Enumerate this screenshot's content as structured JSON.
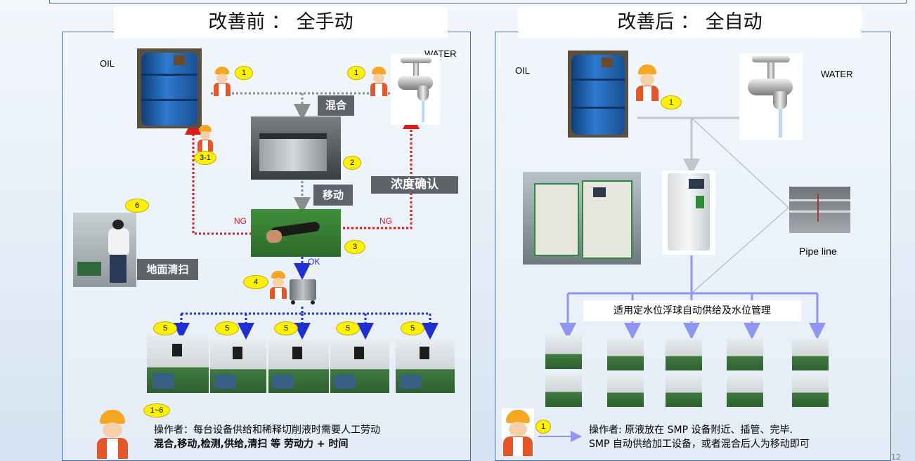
{
  "left": {
    "title": "改善前 ： 全手动",
    "oil_label": "OIL",
    "water_label": "WATER",
    "mix_tag": "混合",
    "move_tag": "移动",
    "concentration_tag": "浓度确认",
    "floor_tag": "地面清扫",
    "ng_left": "NG",
    "ng_right": "NG",
    "ok": "OK",
    "badges": [
      "1",
      "1",
      "2",
      "3-1",
      "3",
      "4",
      "6",
      "5",
      "5",
      "5",
      "5",
      "5",
      "1~6"
    ],
    "note_line1": "操作者：每台设备供给和稀释切削液时需要人工劳动",
    "note_line2": "混合,移动,检测,供给,清扫  等 劳动力 + 时间"
  },
  "right": {
    "title": "改善后 ： 全自动",
    "oil_label": "OIL",
    "water_label": "WATER",
    "pipe_label": "Pipe line",
    "float_label": "适用定水位浮球自动供给及水位管理",
    "badge_top": "1",
    "badge_bottom": "1",
    "note_line1": "操作者: 原液放在 SMP 设备附近、插管、完毕.",
    "note_line2": "SMP 自动供给加工设备，或者混合后人为移动即可"
  },
  "page_number": "12",
  "colors": {
    "red_line": "#e01b1b",
    "blue_line": "#1f2fd1",
    "gray_line": "#8c8c8c",
    "badge": "#fff200",
    "drum": "#1f5fa8"
  }
}
